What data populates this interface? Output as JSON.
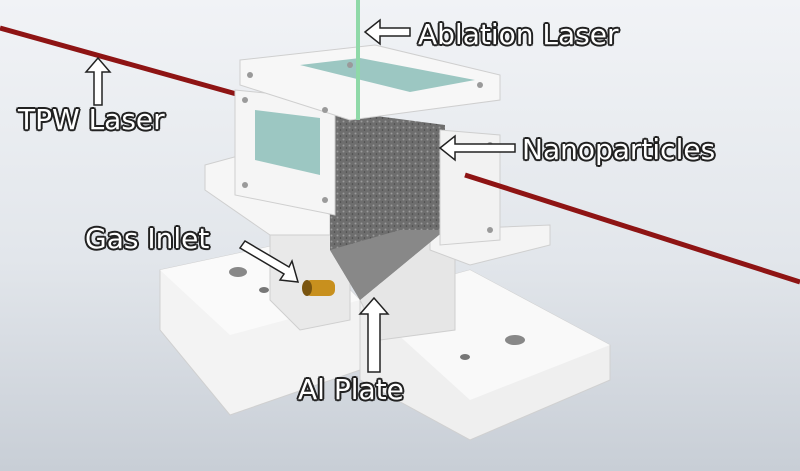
{
  "labels": {
    "ablation_laser": "Ablation Laser",
    "tpw_laser": "TPW Laser",
    "nanoparticles": "Nanoparticles",
    "gas_inlet": "Gas Inlet",
    "al_plate": "Al Plate"
  },
  "colors": {
    "tpw_laser": "#8e1414",
    "ablation_laser": "#8fd9a8",
    "body": "#f4f4f4",
    "window": "#9cc7c2",
    "inlet": "#c8901e"
  }
}
